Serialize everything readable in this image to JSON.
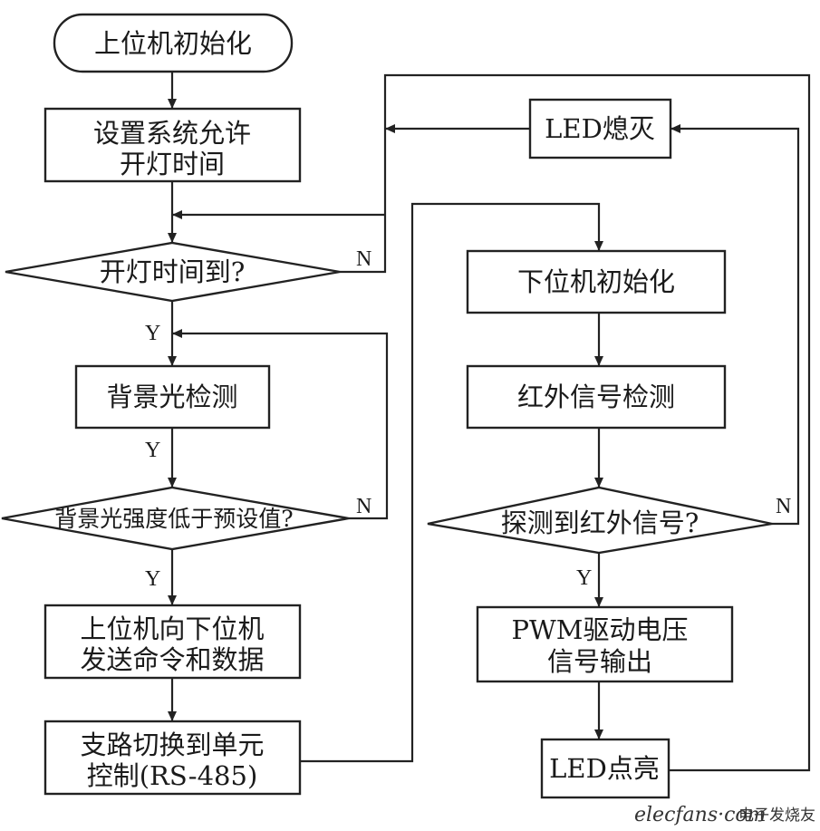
{
  "nodes": {
    "host_init": {
      "lines": [
        "上位机初始化"
      ]
    },
    "set_time": {
      "lines": [
        "设置系统允许",
        "开灯时间"
      ]
    },
    "time_check": {
      "lines": [
        "开灯时间到?"
      ]
    },
    "bg_detect": {
      "lines": [
        "背景光检测"
      ]
    },
    "bg_check": {
      "lines": [
        "背景光强度低于预设值?"
      ]
    },
    "send_cmd": {
      "lines": [
        "上位机向下位机",
        "发送命令和数据"
      ]
    },
    "switch_branch": {
      "lines": [
        "支路切换到单元",
        "控制(RS-485)"
      ]
    },
    "led_off": {
      "lines": [
        "LED熄灭"
      ]
    },
    "slave_init": {
      "lines": [
        "下位机初始化"
      ]
    },
    "ir_detect": {
      "lines": [
        "红外信号检测"
      ]
    },
    "ir_check": {
      "lines": [
        "探测到红外信号?"
      ]
    },
    "pwm_out": {
      "lines": [
        "PWM驱动电压",
        "信号输出"
      ]
    },
    "led_on": {
      "lines": [
        "LED点亮"
      ]
    }
  },
  "edge_labels": {
    "time_yes": "Y",
    "time_no": "N",
    "bg_detect_yes": "Y",
    "bg_yes": "Y",
    "bg_no": "N",
    "ir_yes": "Y",
    "ir_no": "N"
  },
  "watermark": {
    "site": "elecfans·com",
    "brand": "电子发烧友"
  }
}
